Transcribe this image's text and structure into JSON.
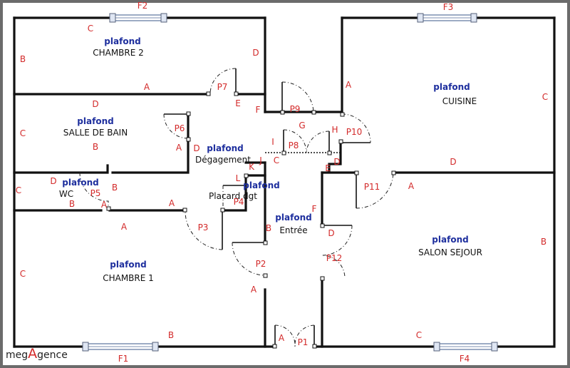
{
  "plan": {
    "ceiling_label": "plafond",
    "rooms": [
      {
        "name": "CHAMBRE 2"
      },
      {
        "name": "SALLE DE BAIN"
      },
      {
        "name": "WC"
      },
      {
        "name": "Dégagement"
      },
      {
        "name": "Placard dgt"
      },
      {
        "name": "Entrée"
      },
      {
        "name": "CHAMBRE 1"
      },
      {
        "name": "CUISINE"
      },
      {
        "name": "SALON SEJOUR"
      }
    ],
    "windows": [
      "F2",
      "F3",
      "F1",
      "F4"
    ],
    "doors": [
      "P7",
      "P9",
      "P6",
      "P8",
      "P10",
      "P5",
      "P4",
      "P11",
      "P3",
      "P2",
      "P12",
      "P1"
    ],
    "wall_letters": [
      "C",
      "B",
      "D",
      "A",
      "D",
      "C",
      "A",
      "E",
      "F",
      "G",
      "H",
      "A",
      "C",
      "B",
      "A",
      "D",
      "I",
      "D",
      "E",
      "K",
      "J",
      "L",
      "D",
      "C",
      "B",
      "A",
      "C",
      "B",
      "A",
      "D",
      "B",
      "F",
      "D",
      "A",
      "B",
      "C",
      "B",
      "A",
      "A",
      "C"
    ]
  },
  "logo": {
    "before": "meg",
    "accent": "A",
    "after": "gence"
  },
  "colors": {
    "wall_label": "#d32a2a",
    "ceiling_label": "#1e2f9e",
    "walls": "#111111"
  }
}
